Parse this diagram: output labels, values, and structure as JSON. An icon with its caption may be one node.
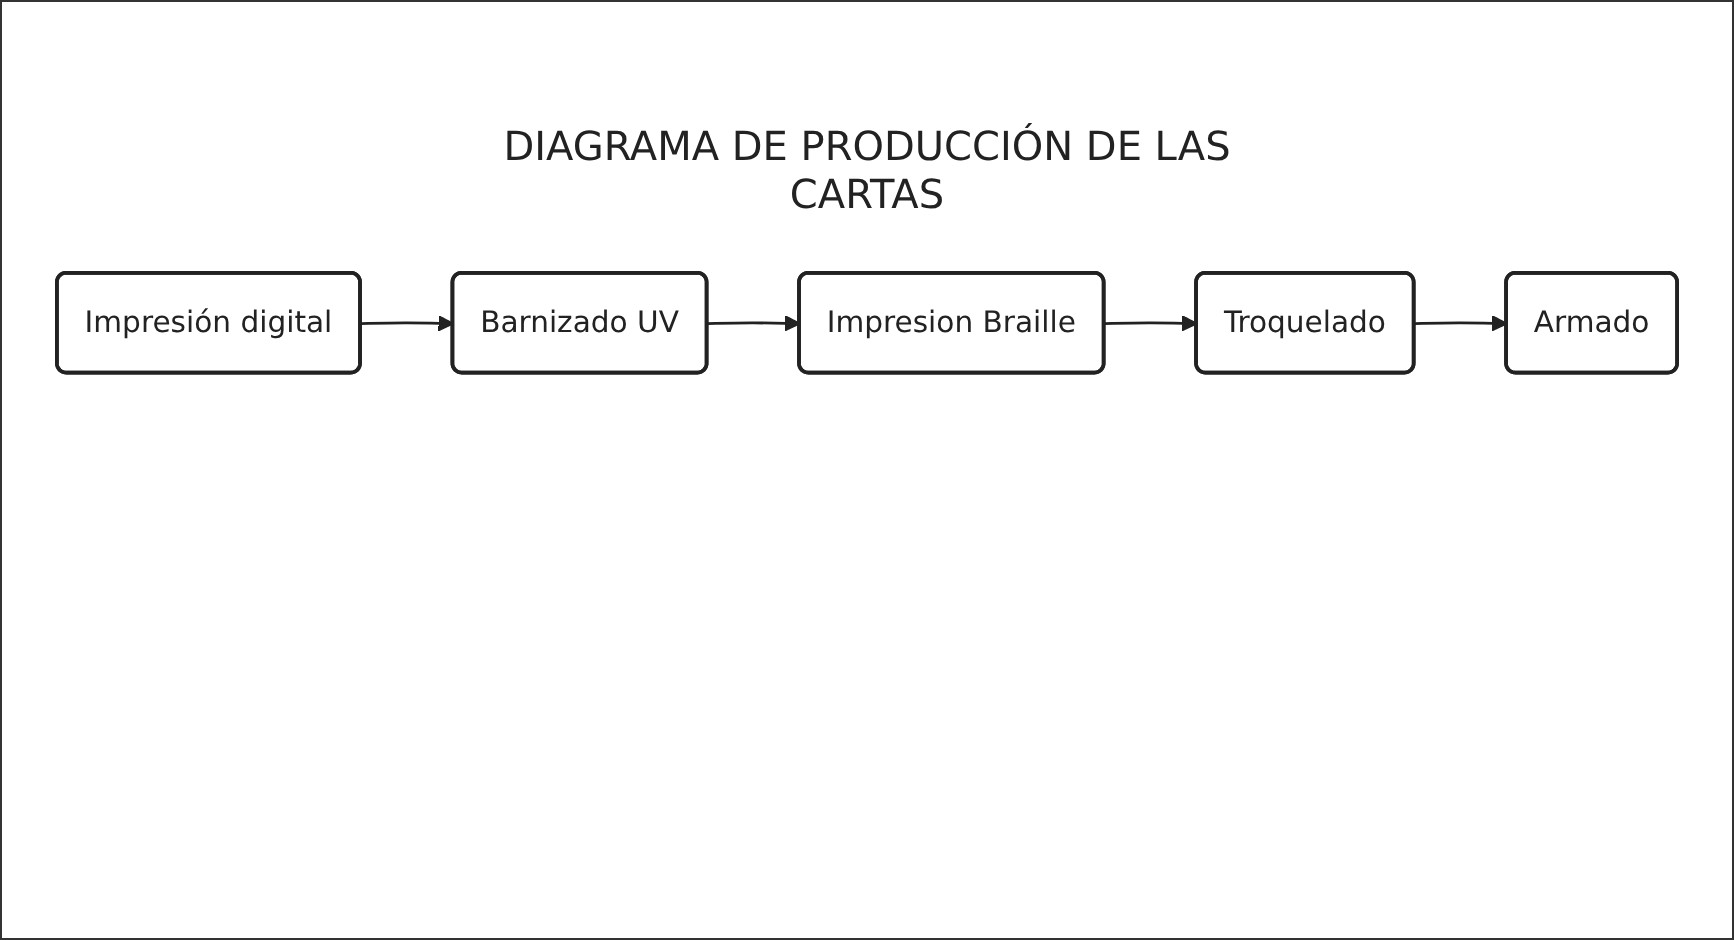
{
  "diagram": {
    "title": "DIAGRAMA DE PRODUCCIÓN DE LAS CARTAS",
    "nodes": [
      {
        "text": [
          "Impresión digital"
        ]
      },
      {
        "text": [
          "Barnizado UV"
        ]
      },
      {
        "text": [
          "Impresion Braille"
        ]
      },
      {
        "text": [
          "Troquelado"
        ]
      },
      {
        "text": [
          "Armado"
        ]
      }
    ],
    "edges": [
      {
        "from": 0,
        "to": 1,
        "arrow": "to"
      },
      {
        "from": 1,
        "to": 2,
        "arrow": "to"
      },
      {
        "from": 2,
        "to": 3,
        "arrow": "to"
      },
      {
        "from": 3,
        "to": 4,
        "arrow": "to"
      }
    ]
  }
}
